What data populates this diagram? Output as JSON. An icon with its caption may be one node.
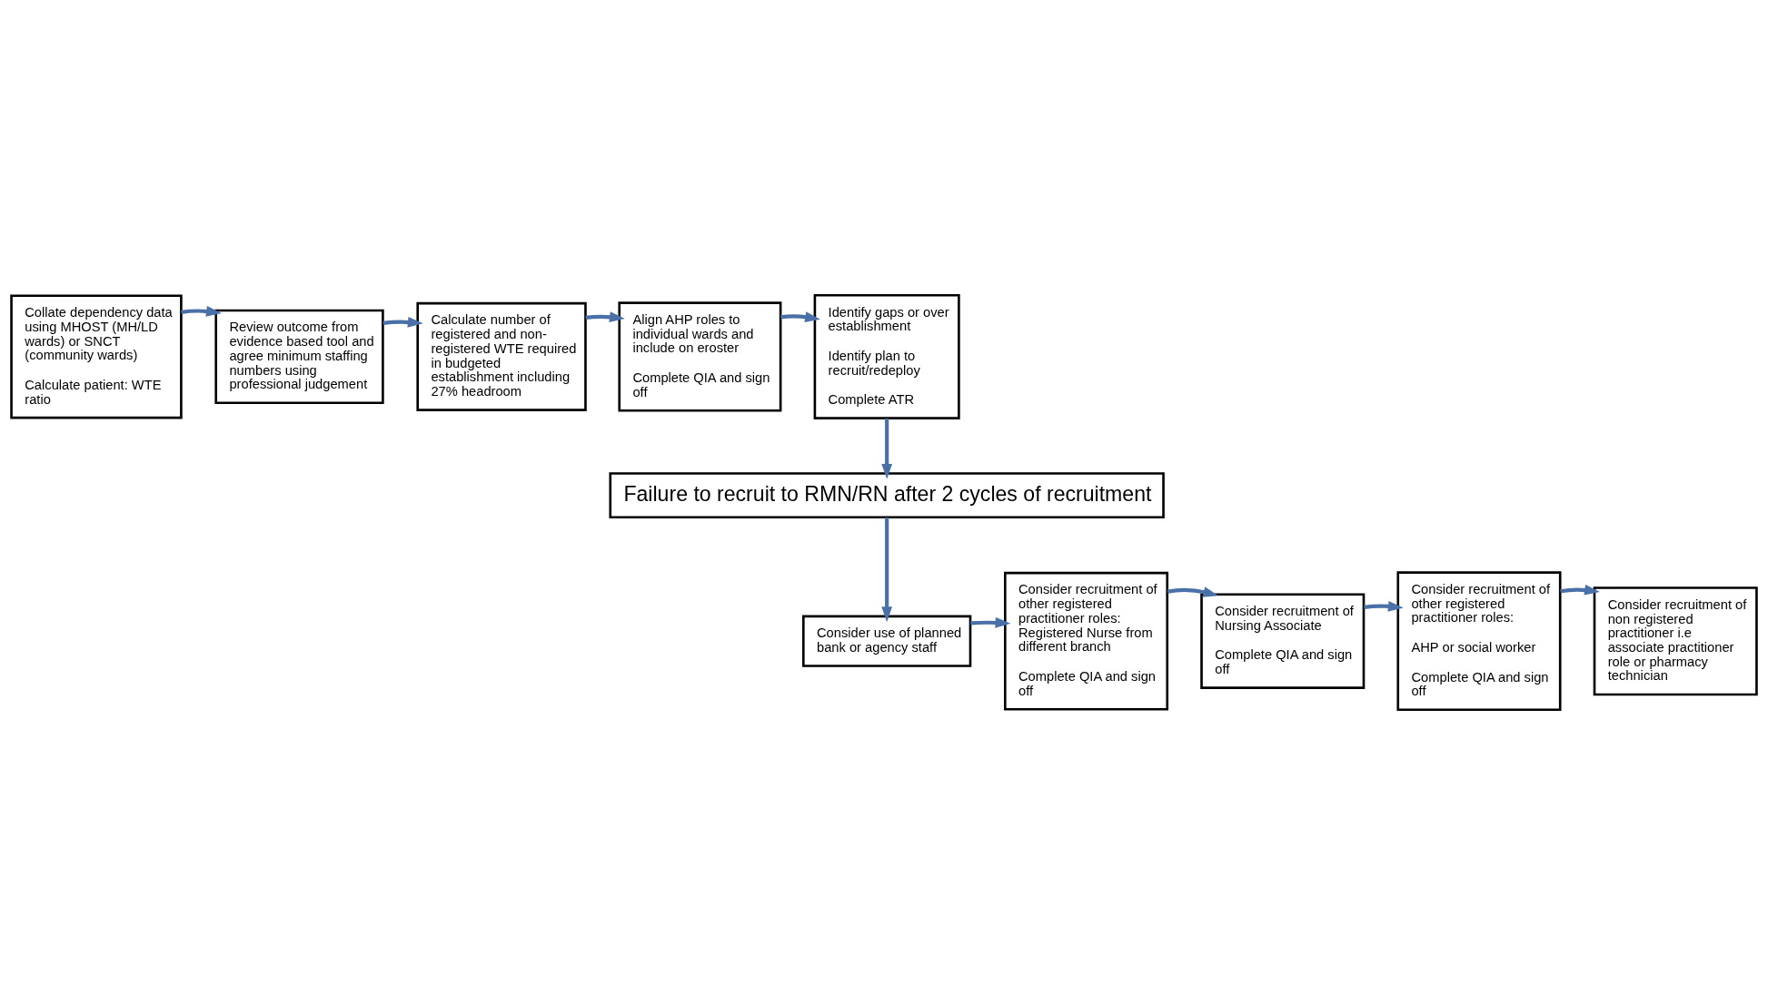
{
  "diagram": {
    "nodes": [
      {
        "text": [
          "Collate dependency data using MHOST (MH/LD wards) or SNCT (community wards)",
          "Calculate patient: WTE ratio"
        ]
      },
      {
        "text": [
          "Review outcome from evidence based tool and agree minimum staffing numbers using professional judgement"
        ]
      },
      {
        "text": [
          "Calculate number of registered and non-registered WTE required in budgeted establishment including 27% headroom"
        ]
      },
      {
        "text": [
          "Align AHP roles to individual wards and include on eroster",
          "Complete QIA and sign off"
        ]
      },
      {
        "text": [
          "Identify gaps or over establishment",
          "Identify plan to recruit/redeploy",
          "Complete ATR"
        ]
      },
      {
        "text": [
          "Failure to recruit to RMN/RN after 2 cycles of recruitment"
        ]
      },
      {
        "text": [
          "Consider use of planned bank or agency staff"
        ]
      },
      {
        "text": [
          "Consider recruitment of other registered practitioner roles: Registered Nurse from different branch",
          "Complete QIA and sign off"
        ]
      },
      {
        "text": [
          "Consider recruitment of Nursing Associate",
          "Complete QIA and sign off"
        ]
      },
      {
        "text": [
          "Consider recruitment of other registered practitioner roles:",
          "AHP or social worker",
          "Complete QIA and sign off"
        ]
      },
      {
        "text": [
          "Consider recruitment of non registered practitioner i.e associate practitioner role or pharmacy technician"
        ]
      }
    ],
    "edges": [
      {
        "from": 0,
        "to": 1,
        "arrow": "to"
      },
      {
        "from": 1,
        "to": 2,
        "arrow": "to"
      },
      {
        "from": 2,
        "to": 3,
        "arrow": "to"
      },
      {
        "from": 3,
        "to": 4,
        "arrow": "to"
      },
      {
        "from": 4,
        "to": 5,
        "arrow": "to"
      },
      {
        "from": 5,
        "to": 6,
        "arrow": "to"
      },
      {
        "from": 6,
        "to": 7,
        "arrow": "to"
      },
      {
        "from": 7,
        "to": 8,
        "arrow": "to"
      },
      {
        "from": 8,
        "to": 9,
        "arrow": "to"
      },
      {
        "from": 9,
        "to": 10,
        "arrow": "to"
      }
    ]
  }
}
